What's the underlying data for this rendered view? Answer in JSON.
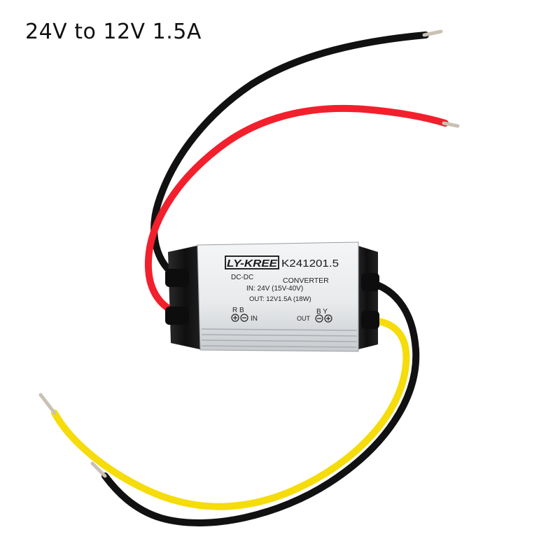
{
  "headline": "24V to 12V 1.5A",
  "label": {
    "brand": "LY-KREE",
    "model": "K241201.5",
    "dcdc": "DC-DC",
    "converter": "CONVERTER",
    "input_spec": "IN: 24V (15V-40V)",
    "output_spec": "OUT: 12V1.5A (18W)",
    "in_polarity": "R B",
    "in_text": "IN",
    "out_text": "OUT",
    "out_polarity": "B Y"
  },
  "colors": {
    "wire_red": "#f2202c",
    "wire_black": "#111111",
    "wire_yellow": "#f5dc0a",
    "housing": "#e6e8ea",
    "end_cap": "#151515",
    "copper": "#c9c2b4"
  },
  "icons": {
    "plus": "plus-in-circle-icon",
    "minus": "minus-in-circle-icon"
  }
}
